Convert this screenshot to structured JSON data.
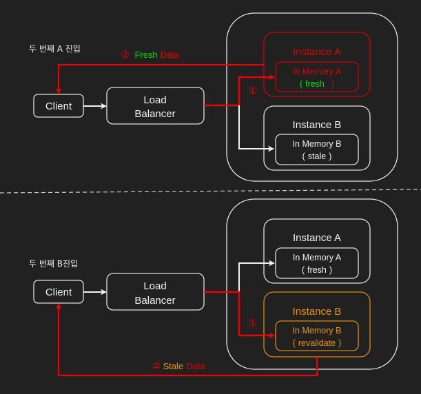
{
  "colors": {
    "background": "#212121",
    "line": "#f2f2f2",
    "active": "#e00000",
    "fresh": "#00dd00",
    "revalidate": "#e8960c"
  },
  "scenarios": [
    {
      "caption": "두 번째 A 진입",
      "client": "Client",
      "load_balancer": [
        "Load",
        "Balancer"
      ],
      "step1_marker": "①",
      "step2_marker": "②",
      "step2_status": "Fresh",
      "step2_suffix": "Data",
      "instances": [
        {
          "title": "Instance A",
          "memory_title": "In Memory A",
          "memory_state_open": "(",
          "memory_state": "fresh",
          "memory_state_close": ")",
          "highlight": "active"
        },
        {
          "title": "Instance B",
          "memory_title": "In Memory B",
          "memory_state_open": "(",
          "memory_state": "stale",
          "memory_state_close": ")",
          "highlight": "none"
        }
      ]
    },
    {
      "caption": "두 번째 B진입",
      "client": "Client",
      "load_balancer": [
        "Load",
        "Balancer"
      ],
      "step1_marker": "①",
      "step2_marker": "②",
      "step2_status": "Stale",
      "step2_suffix": "Data",
      "instances": [
        {
          "title": "Instance A",
          "memory_title": "In Memory A",
          "memory_state_open": "(",
          "memory_state": "fresh",
          "memory_state_close": ")",
          "highlight": "none"
        },
        {
          "title": "Instance B",
          "memory_title": "In Memory B",
          "memory_state_open": "(",
          "memory_state": "revalidate",
          "memory_state_close": ")",
          "highlight": "revalidate"
        }
      ]
    }
  ]
}
